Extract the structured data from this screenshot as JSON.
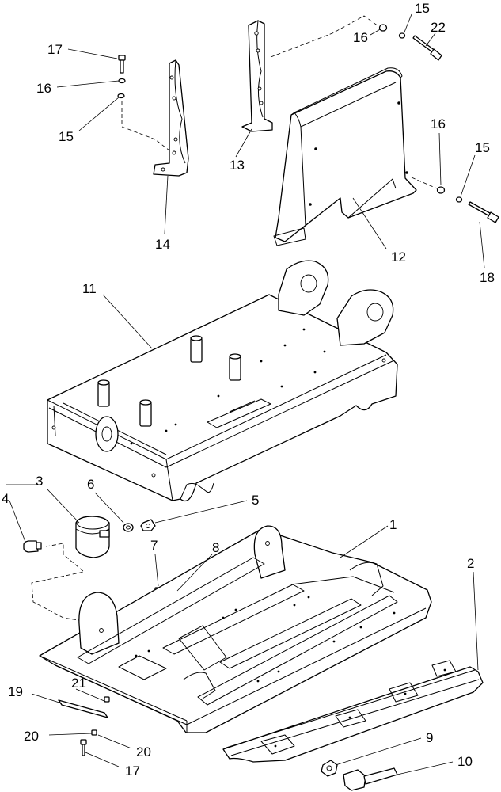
{
  "figure": {
    "callouts": [
      {
        "key": "c1",
        "text": "1"
      },
      {
        "key": "c2",
        "text": "2"
      },
      {
        "key": "c3",
        "text": "3"
      },
      {
        "key": "c4",
        "text": "4"
      },
      {
        "key": "c5",
        "text": "5"
      },
      {
        "key": "c6",
        "text": "6"
      },
      {
        "key": "c7",
        "text": "7"
      },
      {
        "key": "c8",
        "text": "8"
      },
      {
        "key": "c9",
        "text": "9"
      },
      {
        "key": "c10",
        "text": "10"
      },
      {
        "key": "c11",
        "text": "11"
      },
      {
        "key": "c12",
        "text": "12"
      },
      {
        "key": "c13",
        "text": "13"
      },
      {
        "key": "c14",
        "text": "14"
      },
      {
        "key": "c15a",
        "text": "15"
      },
      {
        "key": "c15b",
        "text": "15"
      },
      {
        "key": "c15c",
        "text": "15"
      },
      {
        "key": "c16a",
        "text": "16"
      },
      {
        "key": "c16b",
        "text": "16"
      },
      {
        "key": "c16c",
        "text": "16"
      },
      {
        "key": "c17a",
        "text": "17"
      },
      {
        "key": "c17b",
        "text": "17"
      },
      {
        "key": "c18",
        "text": "18"
      },
      {
        "key": "c19",
        "text": "19"
      },
      {
        "key": "c20a",
        "text": "20"
      },
      {
        "key": "c20b",
        "text": "20"
      },
      {
        "key": "c21",
        "text": "21"
      },
      {
        "key": "c22",
        "text": "22"
      }
    ]
  }
}
